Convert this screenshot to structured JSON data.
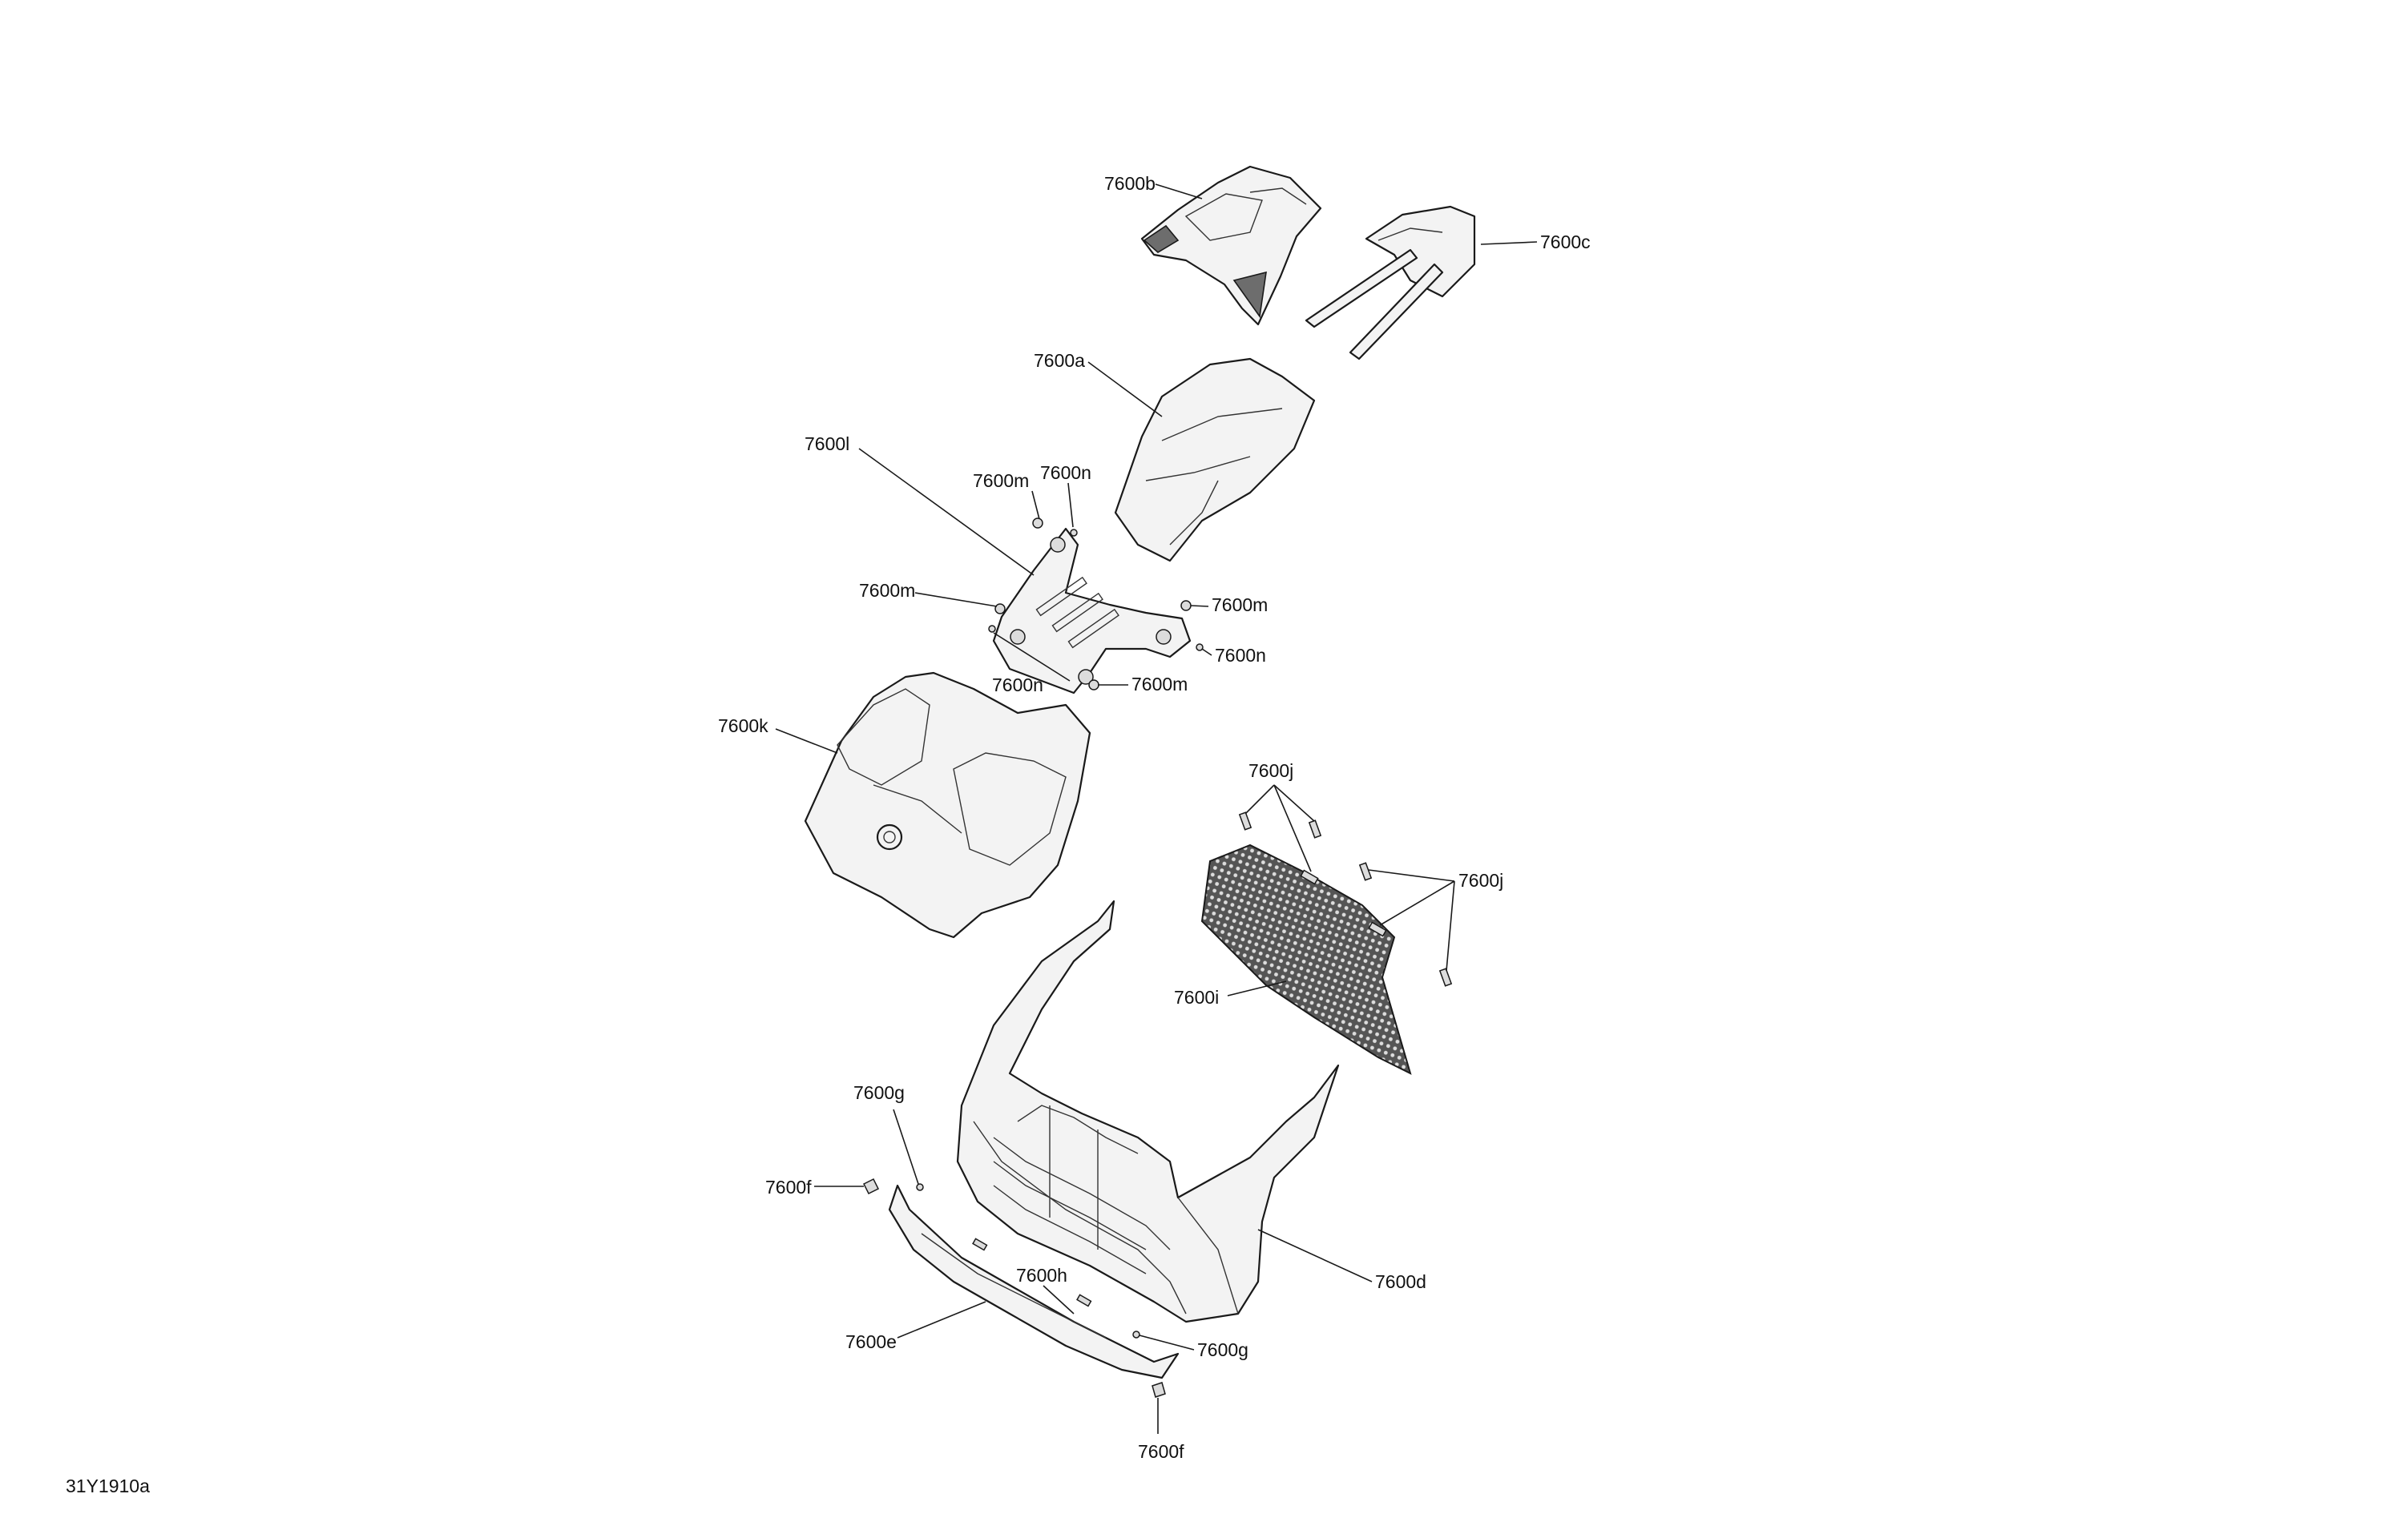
{
  "diagram": {
    "document_id": "31Y1910a",
    "callouts": {
      "c7600a": "7600a",
      "c7600b": "7600b",
      "c7600c": "7600c",
      "c7600d": "7600d",
      "c7600e": "7600e",
      "c7600f_left": "7600f",
      "c7600f_bottom": "7600f",
      "c7600g_top": "7600g",
      "c7600g_bottom": "7600g",
      "c7600h": "7600h",
      "c7600i": "7600i",
      "c7600j_top": "7600j",
      "c7600j_right": "7600j",
      "c7600k": "7600k",
      "c7600l": "7600l",
      "c7600m_top": "7600m",
      "c7600m_left": "7600m",
      "c7600m_right": "7600m",
      "c7600m_bottom": "7600m",
      "c7600n_top": "7600n",
      "c7600n_right": "7600n",
      "c7600n_bottom": "7600n"
    }
  }
}
